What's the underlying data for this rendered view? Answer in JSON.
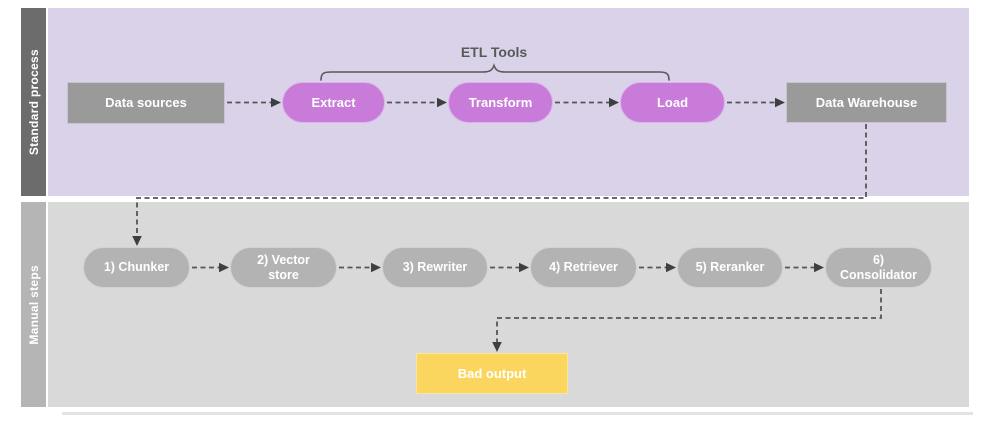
{
  "colors": {
    "lane_standard_bg": "#d9d2e9",
    "lane_manual_bg": "#d9d9d9",
    "lane_standard_bar": "#6c6c6c",
    "lane_manual_bar": "#b5b5b5",
    "process_node": "#9a9a9a",
    "etl_node": "#c97bd9",
    "manual_node": "#b3b3b3",
    "bad_output_node": "#fbd65f",
    "connector": "#555555",
    "label_text": "#595959",
    "node_text": "#ffffff"
  },
  "lanes": {
    "standard": {
      "label": "Standard process",
      "annotation": {
        "label": "ETL Tools"
      },
      "nodes": {
        "data_sources": {
          "label": "Data sources"
        },
        "extract": {
          "label": "Extract"
        },
        "transform": {
          "label": "Transform"
        },
        "load": {
          "label": "Load"
        },
        "data_warehouse": {
          "label": "Data Warehouse"
        }
      }
    },
    "manual": {
      "label": "Manual steps",
      "steps": {
        "chunker": {
          "label": "1) Chunker"
        },
        "vector_store": {
          "label": "2) Vector\nstore"
        },
        "rewriter": {
          "label": "3) Rewriter"
        },
        "retriever": {
          "label": "4) Retriever"
        },
        "reranker": {
          "label": "5) Reranker"
        },
        "consolidator": {
          "label": "6)\nConsolidator"
        }
      },
      "output": {
        "label": "Bad output"
      }
    }
  }
}
